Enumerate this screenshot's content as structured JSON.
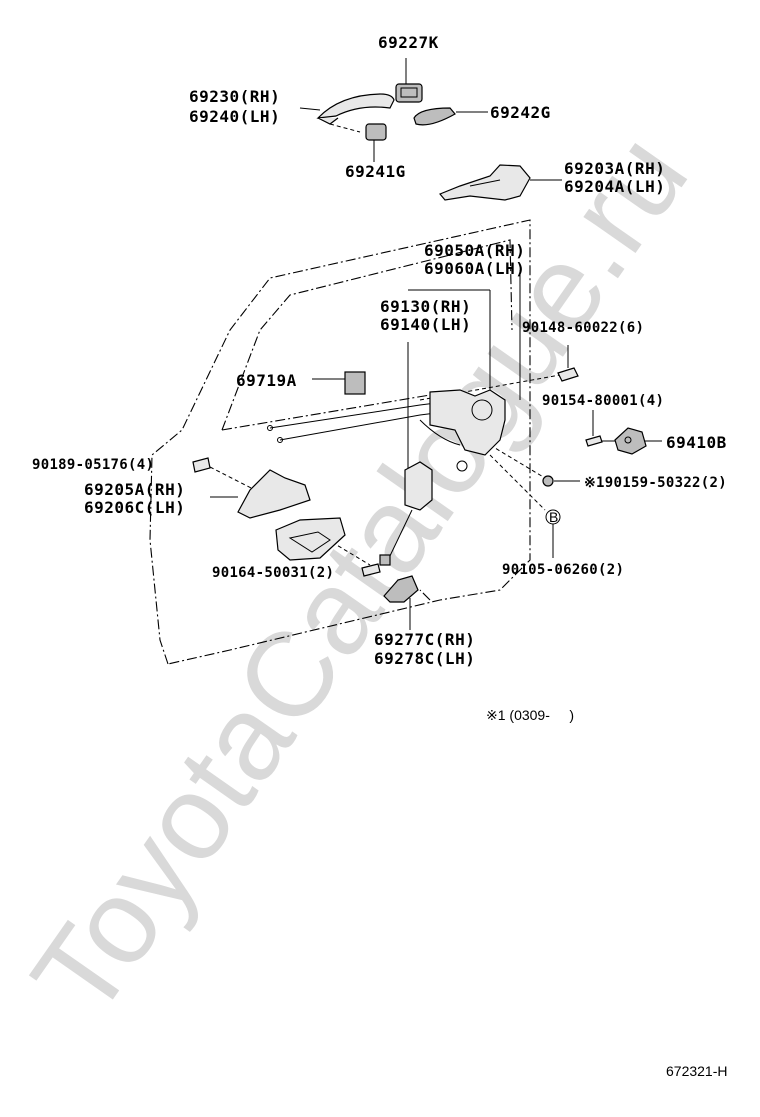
{
  "watermark": "ToyotaCatalogue.ru",
  "labels": {
    "p69227K": "69227K",
    "p69230": "69230(RH)",
    "p69240": "69240(LH)",
    "p69242G": "69242G",
    "p69241G": "69241G",
    "p69203A": "69203A(RH)",
    "p69204A": "69204A(LH)",
    "p69050A": "69050A(RH)",
    "p69060A": "69060A(LH)",
    "p69130": "69130(RH)",
    "p69140": "69140(LH)",
    "p90148": "90148-60022(6)",
    "p69719A": "69719A",
    "p90154": "90154-80001(4)",
    "p69410B": "69410B",
    "p90189": "90189-05176(4)",
    "p69205A": "69205A(RH)",
    "p69206C": "69206C(LH)",
    "p90159": "※190159-50322(2)",
    "p90164": "90164-50031(2)",
    "p90105": "90105-06260(2)",
    "p69277C": "69277C(RH)",
    "p69278C": "69278C(LH)",
    "circle_b": "B"
  },
  "footnote": "※1 (0309-     )",
  "figure_ref": "672321-H"
}
